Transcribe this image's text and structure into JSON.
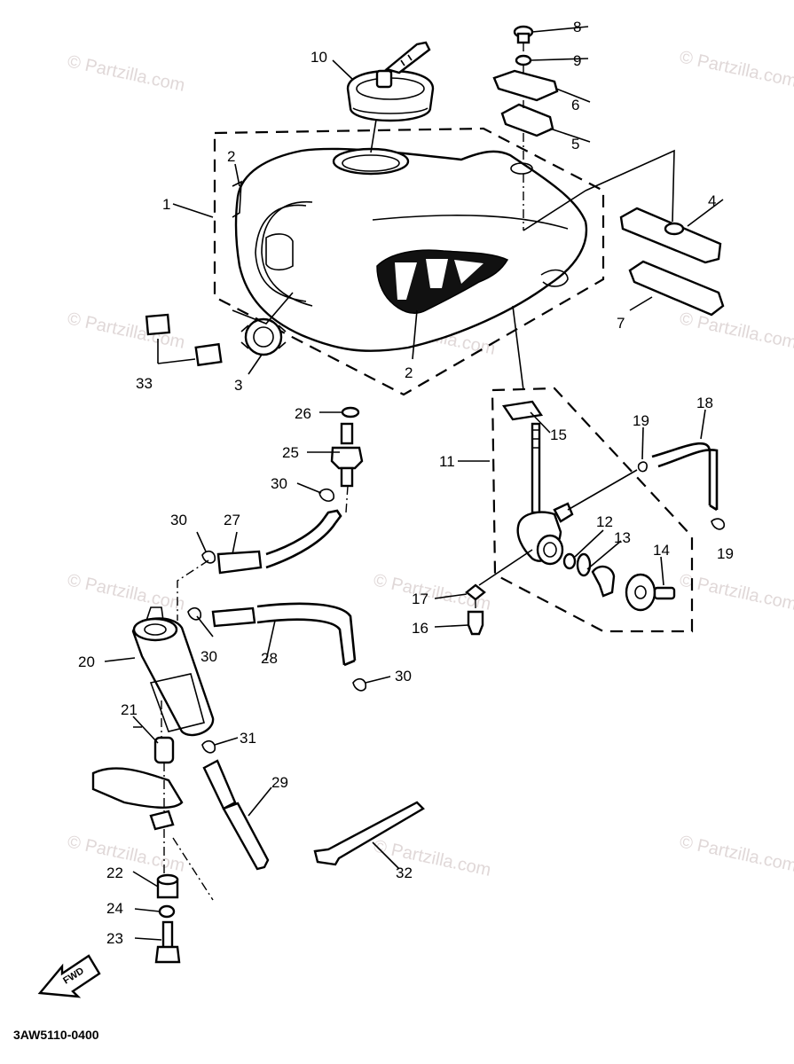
{
  "watermark_text": "© Partzilla.com",
  "drawing_code": "3AW5110-0400",
  "fwd_label": "FWD",
  "part_labels": [
    "1",
    "2",
    "2",
    "3",
    "4",
    "5",
    "6",
    "7",
    "8",
    "9",
    "10",
    "11",
    "12",
    "13",
    "14",
    "15",
    "16",
    "17",
    "18",
    "19",
    "19",
    "20",
    "21",
    "22",
    "23",
    "24",
    "25",
    "26",
    "27",
    "28",
    "29",
    "30",
    "30",
    "30",
    "30",
    "31",
    "32",
    "33"
  ]
}
